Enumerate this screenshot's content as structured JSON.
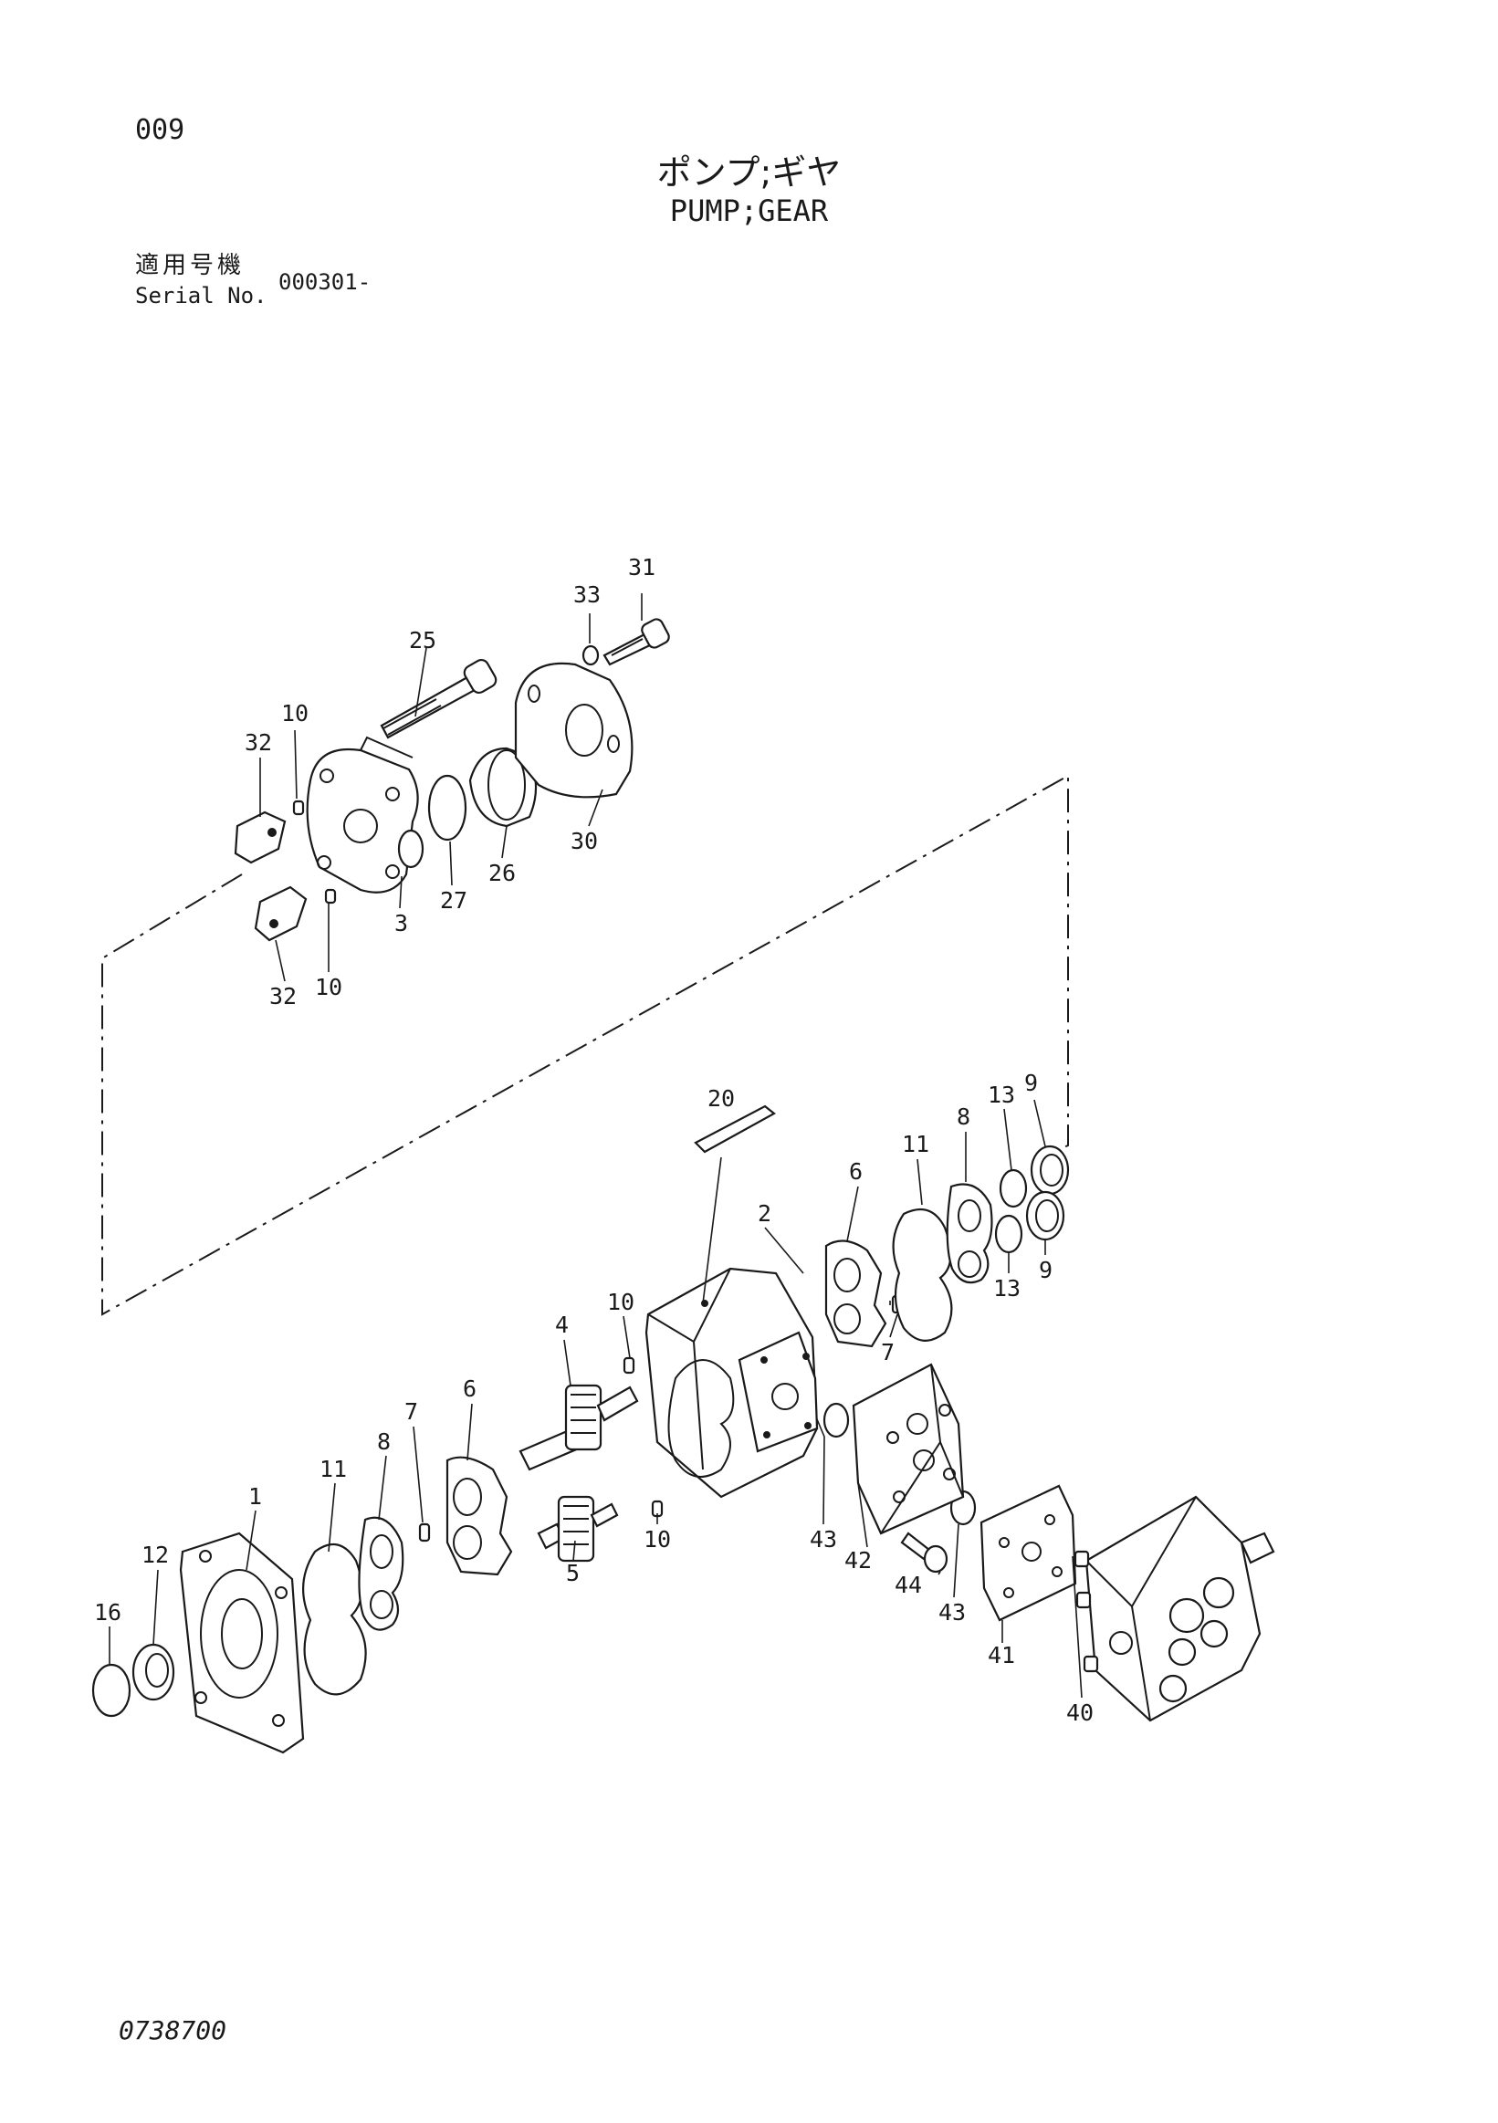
{
  "header": {
    "page_number": "009",
    "title_jp": "ポンプ;ギヤ",
    "title_en": "PUMP;GEAR",
    "serial_label_jp": "適用号機",
    "serial_label_en": "Serial No.",
    "serial_value": "000301-"
  },
  "footer": {
    "document_number": "0738700"
  },
  "callouts": {
    "c1": "1",
    "c2": "2",
    "c3": "3",
    "c4": "4",
    "c5": "5",
    "c6a": "6",
    "c6b": "6",
    "c7a": "7",
    "c7b": "7",
    "c8a": "8",
    "c8b": "8",
    "c9a": "9",
    "c9b": "9",
    "c10a": "10",
    "c10b": "10",
    "c10c": "10",
    "c10d": "10",
    "c11a": "11",
    "c11b": "11",
    "c12": "12",
    "c13a": "13",
    "c13b": "13",
    "c16": "16",
    "c20": "20",
    "c25": "25",
    "c26": "26",
    "c27": "27",
    "c30": "30",
    "c31": "31",
    "c32a": "32",
    "c32b": "32",
    "c33": "33",
    "c40": "40",
    "c41": "41",
    "c42": "42",
    "c43a": "43",
    "c43b": "43",
    "c44": "44"
  }
}
